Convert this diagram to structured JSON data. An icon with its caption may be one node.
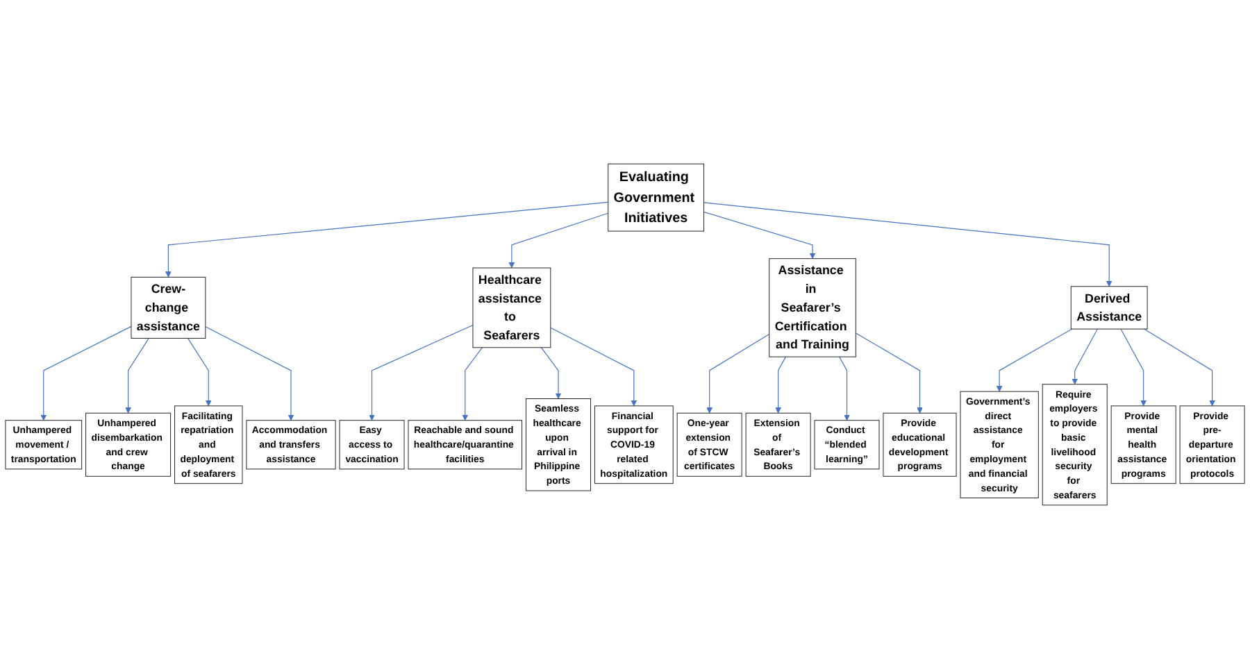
{
  "diagram": {
    "nodes": [
      {
        "text": [
          "Evaluating Government Initiatives"
        ]
      },
      {
        "text": [
          "Crew-change assistance"
        ]
      },
      {
        "text": [
          "Healthcare assistance to Seafarers"
        ]
      },
      {
        "text": [
          "Assistance in Seafarer’s Certification and Training"
        ]
      },
      {
        "text": [
          "Derived Assistance"
        ]
      },
      {
        "text": [
          "Unhampered movement / transportation"
        ]
      },
      {
        "text": [
          "Unhampered disembarkation and crew change"
        ]
      },
      {
        "text": [
          "Facilitating repatriation and deployment of seafarers"
        ]
      },
      {
        "text": [
          "Accommodation and transfers assistance"
        ]
      },
      {
        "text": [
          "Easy access to vaccination"
        ]
      },
      {
        "text": [
          "Reachable and sound healthcare/quarantine facilities"
        ]
      },
      {
        "text": [
          "Seamless healthcare upon arrival in Philippine ports"
        ]
      },
      {
        "text": [
          "Financial support for COVID-19 related hospitalization"
        ]
      },
      {
        "text": [
          "One-year extension of STCW certificates"
        ]
      },
      {
        "text": [
          "Extension of Seafarer’s Books"
        ]
      },
      {
        "text": [
          "Conduct “blended learning”"
        ]
      },
      {
        "text": [
          "Provide educational development programs"
        ]
      },
      {
        "text": [
          "Government’s direct assistance for employment and financial security"
        ]
      },
      {
        "text": [
          "Require employers to provide basic livelihood security for seafarers"
        ]
      },
      {
        "text": [
          "Provide mental health assistance programs"
        ]
      },
      {
        "text": [
          "Provide pre-departure orientation protocols"
        ]
      }
    ],
    "edges": [
      {
        "from": 0,
        "to": 1,
        "arrow": "to"
      },
      {
        "from": 0,
        "to": 2,
        "arrow": "to"
      },
      {
        "from": 0,
        "to": 3,
        "arrow": "to"
      },
      {
        "from": 0,
        "to": 4,
        "arrow": "to"
      },
      {
        "from": 1,
        "to": 5,
        "arrow": "to"
      },
      {
        "from": 1,
        "to": 6,
        "arrow": "to"
      },
      {
        "from": 1,
        "to": 7,
        "arrow": "to"
      },
      {
        "from": 1,
        "to": 8,
        "arrow": "to"
      },
      {
        "from": 2,
        "to": 9,
        "arrow": "to"
      },
      {
        "from": 2,
        "to": 10,
        "arrow": "to"
      },
      {
        "from": 2,
        "to": 11,
        "arrow": "to"
      },
      {
        "from": 2,
        "to": 12,
        "arrow": "to"
      },
      {
        "from": 3,
        "to": 13,
        "arrow": "to"
      },
      {
        "from": 3,
        "to": 14,
        "arrow": "to"
      },
      {
        "from": 3,
        "to": 15,
        "arrow": "to"
      },
      {
        "from": 3,
        "to": 16,
        "arrow": "to"
      },
      {
        "from": 4,
        "to": 17,
        "arrow": "to"
      },
      {
        "from": 4,
        "to": 18,
        "arrow": "to"
      },
      {
        "from": 4,
        "to": 19,
        "arrow": "to"
      },
      {
        "from": 4,
        "to": 20,
        "arrow": "to"
      }
    ]
  }
}
